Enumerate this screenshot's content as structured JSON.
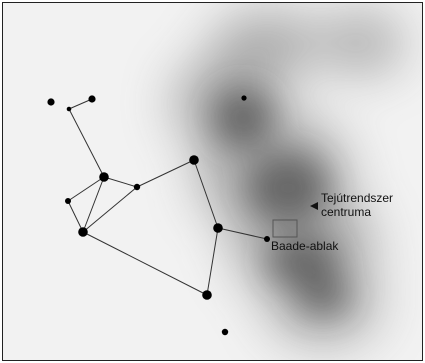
{
  "labels": {
    "galactic_center_line1": "Tejútrendszer",
    "galactic_center_line2": "centruma",
    "baade_window": "Baade-ablak"
  },
  "colors": {
    "background": "#f2f2f2",
    "milky_way_haze": "#4a4a4a",
    "stars": "#000000",
    "lines": "#333333",
    "window_box": "#555555"
  },
  "icons": {
    "center_pointer": "left-pointing-triangle"
  }
}
